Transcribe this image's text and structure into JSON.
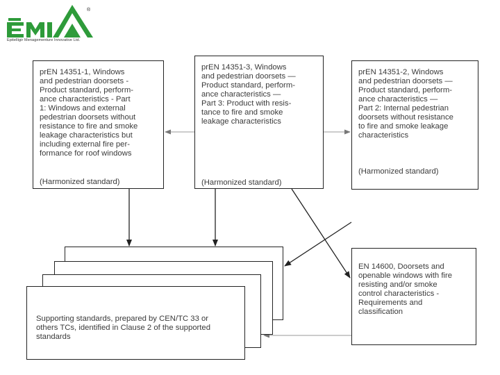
{
  "logo": {
    "brand_text": "EMI",
    "tagline": "Epitelligir  Menagementure Innovative Ltd.",
    "registered_mark": "®",
    "colors": {
      "brand_green": "#2e9b3a"
    }
  },
  "boxes": {
    "left": {
      "text": "prEN 14351-1, Windows\nand pedestrian doorsets -\nProduct standard, perform-\nance characteristics - Part\n1: Windows and external\npedestrian doorsets without\nresistance to fire and smoke\nleakage characteristics but\nincluding external fire per-\nformance for roof windows",
      "status": "(Harmonized standard)"
    },
    "middle": {
      "text": "prEN 14351-3, Windows\nand pedestrian doorsets —\nProduct standard, perform-\nance characteristics —\nPart 3: Product with resis-\ntance to fire and smoke\nleakage characteristics",
      "status": "(Harmonized standard)"
    },
    "right": {
      "text": "prEN 14351-2, Windows\nand pedestrian doorsets —\nProduct standard, perform-\nance characteristics —\nPart 2: Internal pedestrian\ndoorsets without resistance\nto fire and smoke leakage\ncharacteristics",
      "status": "(Harmonized standard)"
    },
    "en14600": {
      "text": "EN 14600, Doorsets and\nopenable windows with fire\nresisting and/or smoke\ncontrol characteristics -\nRequirements and\nclassification"
    },
    "supporting": {
      "text": "Supporting standards, prepared by CEN/TC 33 or\nothers TCs, identified in Clause 2 of the supported\nstandards"
    }
  },
  "colors": {
    "line": "#222222",
    "thin_line": "#9a9a9a"
  }
}
